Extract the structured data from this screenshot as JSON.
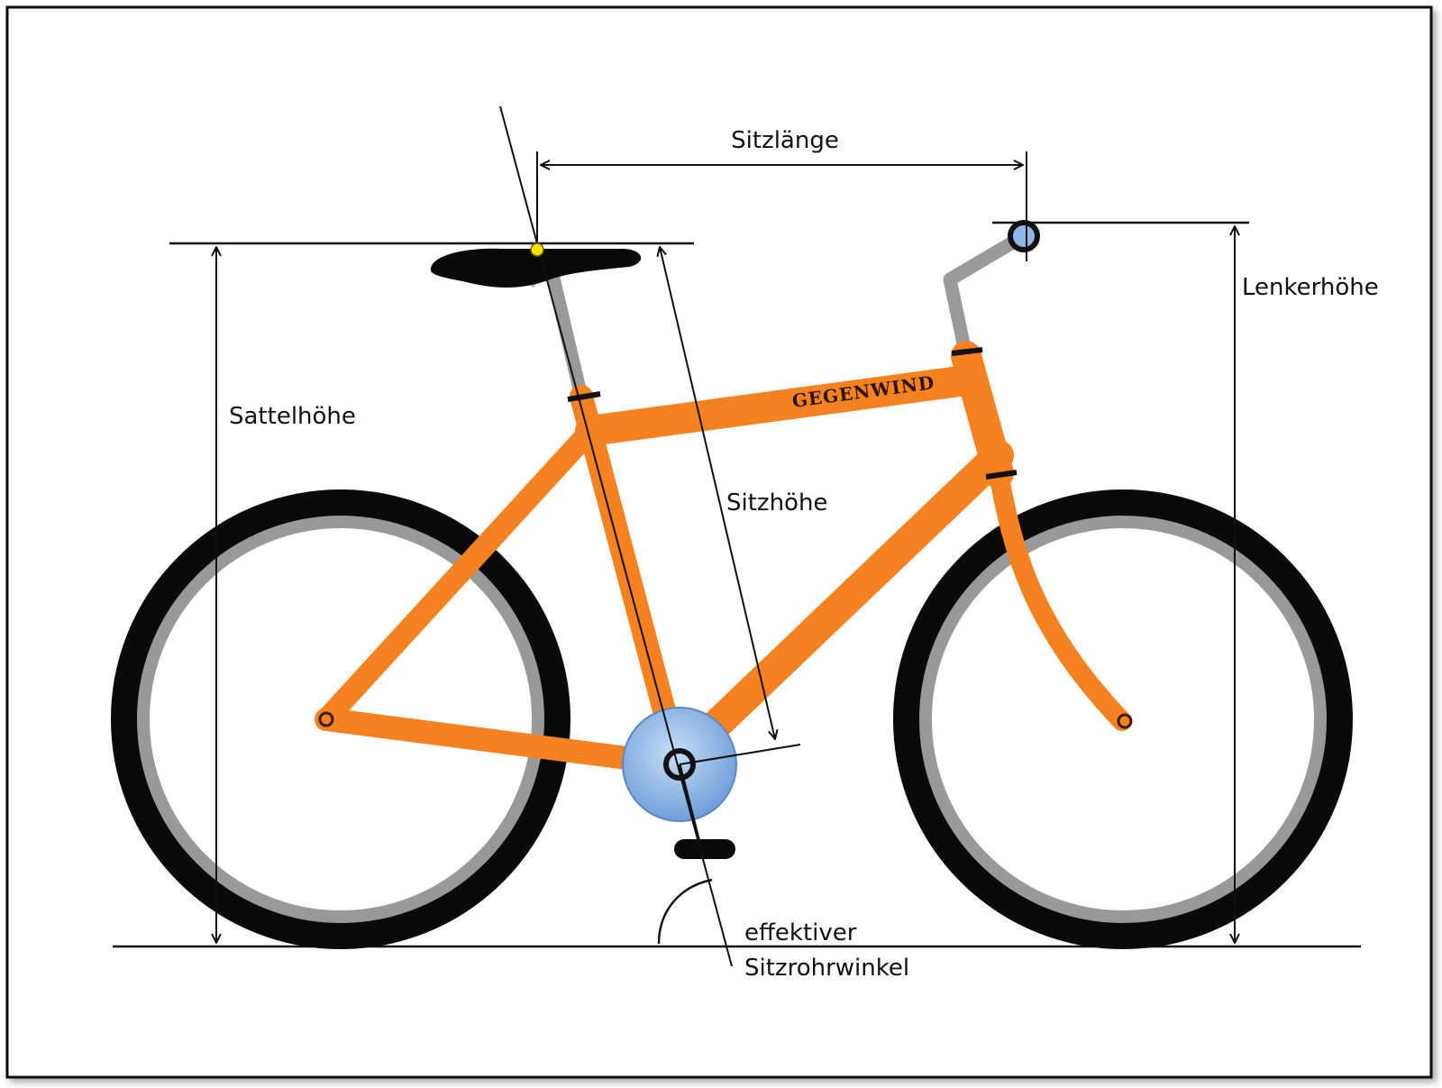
{
  "labels": {
    "sitzlaenge": "Sitzlänge",
    "lenkerhoehe": "Lenkerhöhe",
    "sattelhoehe": "Sattelhöhe",
    "sitzhoehe": "Sitzhöhe",
    "angle_line1": "effektiver",
    "angle_line2": "Sitzrohrwinkel",
    "brand": "GEGENWIND"
  },
  "colors": {
    "frame": "#f58220",
    "tire": "#0a0a0a",
    "rim": "#999999",
    "hub": "#8fb8e8",
    "marker": "#f2e600",
    "line": "#111111"
  }
}
